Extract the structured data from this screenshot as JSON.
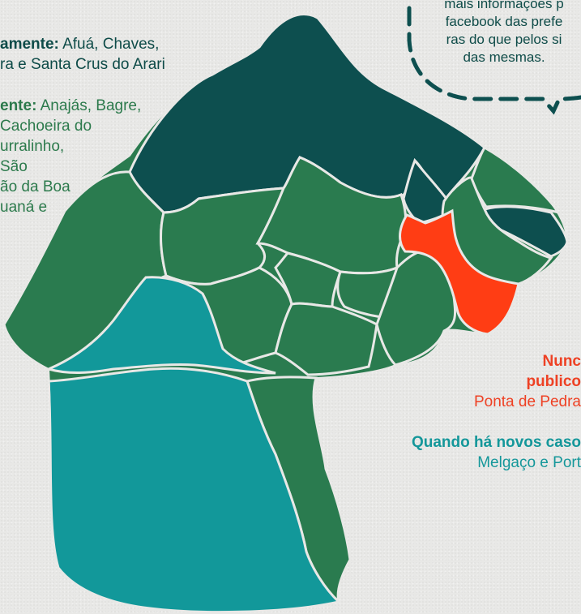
{
  "legend": {
    "dark": {
      "label": "amente:",
      "line1": " Afuá, Chaves,",
      "line2": "ra e Santa Crus do Arari"
    },
    "green": {
      "label": "ente:",
      "line1": " Anajás, Bagre,",
      "line2": "Cachoeira do",
      "line3": "urralinho,",
      "line4": "São",
      "line5": "ão da Boa",
      "line6": "uaná e"
    },
    "red": {
      "line1": "Nunc",
      "line2": "publico",
      "line3": "Ponta de Pedra"
    },
    "teal": {
      "line1": "Quando há novos caso",
      "line2": "Melgaço e Port"
    }
  },
  "bubble": {
    "line1": "mais informações p",
    "line2": "facebook das prefe",
    "line3": "ras do que pelos si",
    "line4": "das mesmas."
  },
  "colors": {
    "dark_teal": "#0d4f4f",
    "green": "#2a7b4f",
    "teal": "#12989a",
    "red_orange": "#ff3d14",
    "background": "#e8e8e6"
  }
}
